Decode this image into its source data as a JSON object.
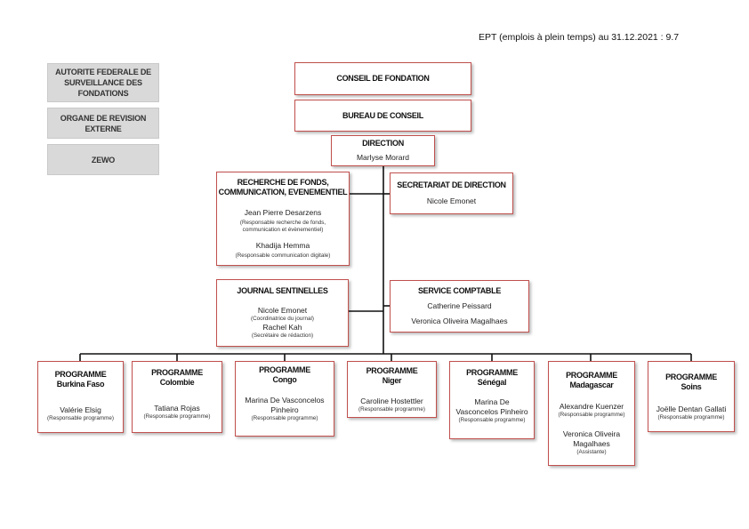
{
  "ept_text": "EPT (emplois à plein temps) au 31.12.2021 : 9.7",
  "left_boxes": [
    {
      "line1": "AUTORITE FEDERALE DE",
      "line2": "SURVEILLANCE DES",
      "line3": "FONDATIONS"
    },
    {
      "line1": "ORGANE DE REVISION",
      "line2": "EXTERNE"
    },
    {
      "line1": "ZEWO"
    }
  ],
  "conseil": "CONSEIL DE FONDATION",
  "bureau": "BUREAU DE CONSEIL",
  "direction": {
    "title": "DIRECTION",
    "name": "Marlyse Morard"
  },
  "recherche": {
    "title1": "RECHERCHE DE FONDS,",
    "title2": "COMMUNICATION, EVENEMENTIEL",
    "person1": "Jean Pierre Desarzens",
    "role1a": "(Responsable recherche de fonds,",
    "role1b": "communication et évènementiel)",
    "person2": "Khadija Hemma",
    "role2": "(Responsable communication digitale)"
  },
  "secretariat": {
    "title": "SECRETARIAT DE DIRECTION",
    "name": "Nicole Emonet"
  },
  "journal": {
    "title": "JOURNAL SENTINELLES",
    "person1": "Nicole Emonet",
    "role1": "(Coordinatrice du journal)",
    "person2": "Rachel Kah",
    "role2": "(Secrétaire de rédaction)"
  },
  "comptable": {
    "title": "SERVICE COMPTABLE",
    "name1": "Catherine Peissard",
    "name2": "Veronica Oliveira Magalhaes"
  },
  "programmes": [
    {
      "line1": "PROGRAMME",
      "line2": "Burkina Faso",
      "name1": "Valérie Elsig",
      "name2": "",
      "role": "(Responsable programme)"
    },
    {
      "line1": "PROGRAMME",
      "line2": "Colombie",
      "name1": "Tatiana Rojas",
      "name2": "",
      "role": "(Responsable programme)"
    },
    {
      "line1": "PROGRAMME",
      "line2": "Congo",
      "name1": "Marina De Vasconcelos",
      "name2": "Pinheiro",
      "role": "(Responsable programme)"
    },
    {
      "line1": "PROGRAMME",
      "line2": "Niger",
      "name1": "Caroline Hostettler",
      "name2": "",
      "role": "(Responsable programme)"
    },
    {
      "line1": "PROGRAMME",
      "line2": "Sénégal",
      "name1": "Marina De",
      "name2": "Vasconcelos Pinheiro",
      "role": "(Responsable programme)"
    },
    {
      "line1": "PROGRAMME",
      "line2": "Madagascar",
      "name1": "Alexandre Kuenzer",
      "name2": "",
      "role": "(Responsable programme)",
      "name3": "Veronica Oliveira",
      "name4": "Magalhaes",
      "role2": "(Assistante)"
    },
    {
      "line1": "PROGRAMME",
      "line2": "Soins",
      "name1": "Joëlle Dentan Gallati",
      "name2": "",
      "role": "(Responsable programme)"
    }
  ]
}
